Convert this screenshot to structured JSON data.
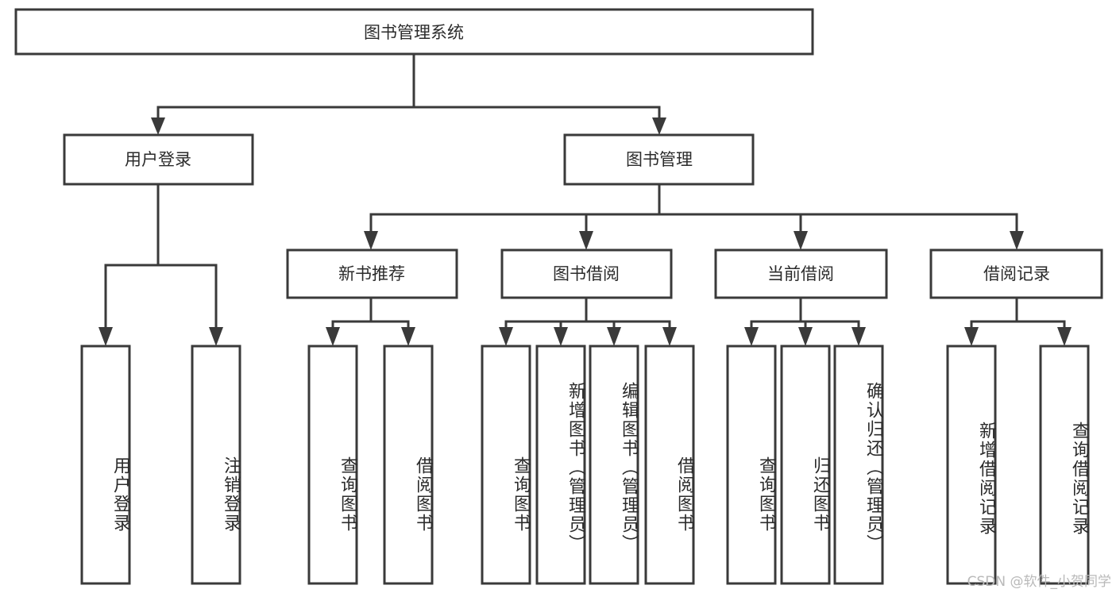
{
  "diagram": {
    "type": "tree-hierarchy",
    "title": "图书管理系统",
    "watermark": "CSDN @软件_小贺同学",
    "colors": {
      "stroke": "#3a3a3a",
      "box_fill": "#ffffff",
      "text": "#2b2b2b",
      "background": "#ffffff",
      "watermark": "#b9b9b9"
    },
    "root": {
      "label": "图书管理系统"
    },
    "level2": [
      {
        "label": "用户登录"
      },
      {
        "label": "图书管理"
      }
    ],
    "level3": [
      {
        "label": "新书推荐"
      },
      {
        "label": "图书借阅"
      },
      {
        "label": "当前借阅"
      },
      {
        "label": "借阅记录"
      }
    ],
    "leaves": {
      "user_login": [
        {
          "label": "用户登录"
        },
        {
          "label": "注销登录"
        }
      ],
      "new_book_recommend": [
        {
          "label": "查询图书"
        },
        {
          "label": "借阅图书"
        }
      ],
      "book_borrow": [
        {
          "label": "查询图书"
        },
        {
          "label": "新增图书（管理员）"
        },
        {
          "label": "编辑图书（管理员）"
        },
        {
          "label": "借阅图书"
        }
      ],
      "current_borrow": [
        {
          "label": "查询图书"
        },
        {
          "label": "归还图书"
        },
        {
          "label": "确认归还（管理员）"
        }
      ],
      "borrow_record": [
        {
          "label": "新增借阅记录"
        },
        {
          "label": "查询借阅记录"
        }
      ]
    }
  }
}
